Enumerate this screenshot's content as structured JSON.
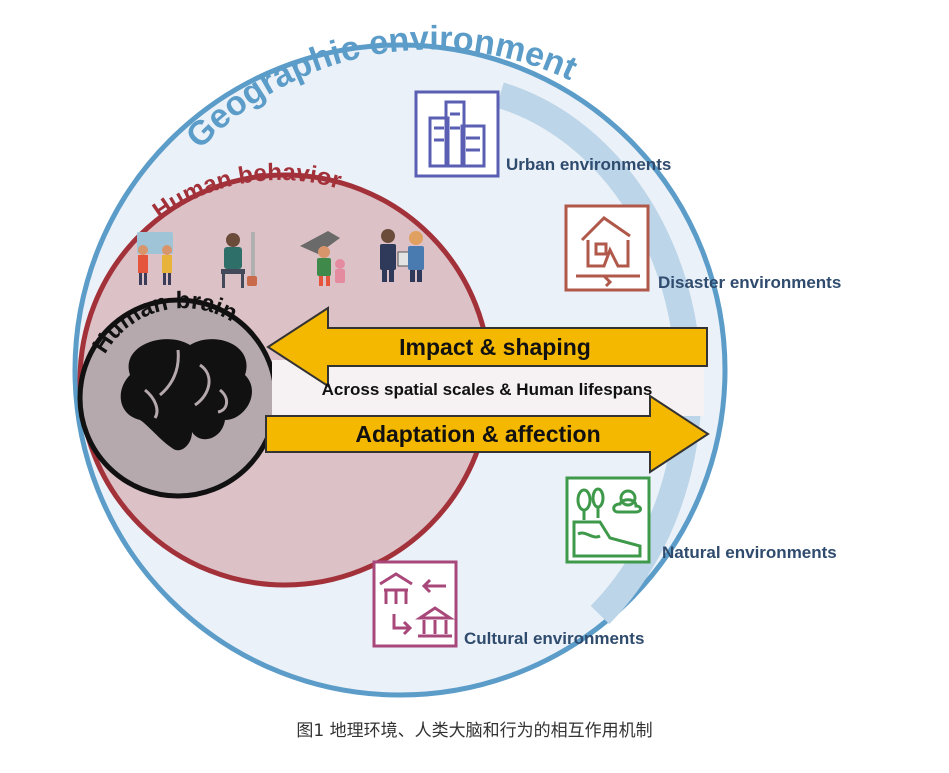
{
  "diagram": {
    "outer_title": "Geographic environment",
    "behavior_title": "Human behavior",
    "brain_title": "Human brain",
    "arrow_left_label": "Impact & shaping",
    "arrow_right_label": "Adaptation & affection",
    "middle_label": "Across spatial scales & Human lifespans",
    "environments": [
      {
        "label": "Urban environments",
        "icon": "city-buildings-icon",
        "color": "#5a5fb3"
      },
      {
        "label": "Disaster environments",
        "icon": "collapsing-house-icon",
        "color": "#b0584a"
      },
      {
        "label": "Natural environments",
        "icon": "landscape-weather-icon",
        "color": "#3e9a4a"
      },
      {
        "label": "Cultural environments",
        "icon": "temple-museum-icon",
        "color": "#a8477a"
      }
    ],
    "colors": {
      "outer_ring": "#5b9cc9",
      "outer_fill": "#eaf1f8",
      "band": "#bcd5e8",
      "behavior_ring": "#a3313a",
      "behavior_fill": "#dcc1c6",
      "brain_fill": "#b5a9ad",
      "arrow_fill": "#f5b800"
    }
  },
  "caption": "图1 地理环境、人类大脑和行为的相互作用机制"
}
